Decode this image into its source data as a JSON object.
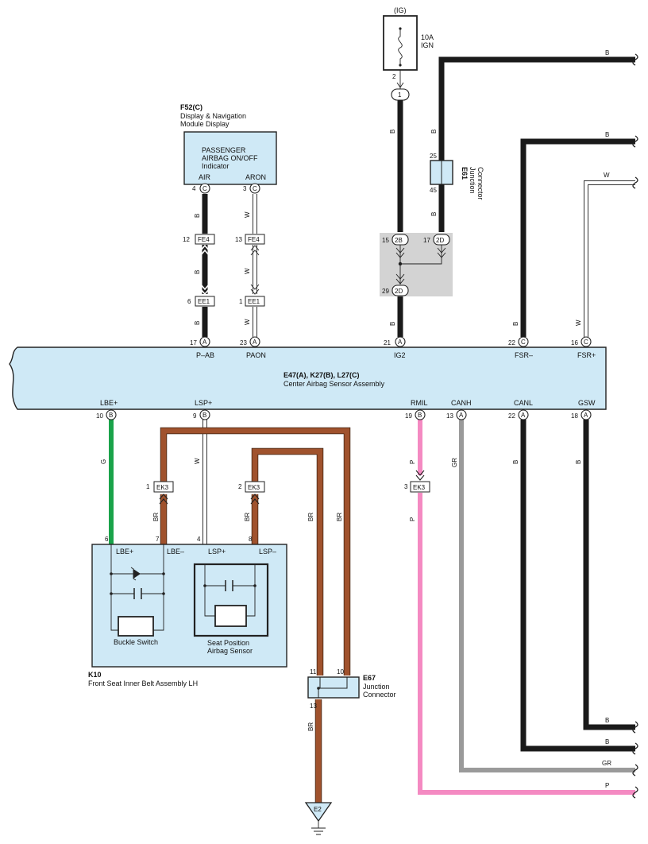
{
  "power": {
    "ig_label": "(IG)",
    "fuse_amp": "10A",
    "fuse_name": "IGN",
    "pin_2": "2",
    "conn_1": "1"
  },
  "display_module": {
    "code": "F52(C)",
    "name_line1": "Display & Navigation",
    "name_line2": "Module Display",
    "indicator_line1": "PASSENGER",
    "indicator_line2": "AIRBAG ON/OFF",
    "indicator_line3": "Indicator",
    "air_label": "AIR",
    "aron_label": "ARON",
    "air_pin": "4",
    "air_conn": "C",
    "aron_pin": "3",
    "aron_conn": "C"
  },
  "junction_e61": {
    "code": "E61",
    "line1": "Junction",
    "line2": "Connector",
    "pin_top": "25",
    "pin_bottom": "45"
  },
  "sensor": {
    "code": "E47(A), K27(B), L27(C)",
    "name": "Center Airbag Sensor Assembly",
    "top_pins": [
      {
        "num": "17",
        "conn": "A",
        "label": "P–AB"
      },
      {
        "num": "23",
        "conn": "A",
        "label": "PAON"
      },
      {
        "num": "21",
        "conn": "A",
        "label": "IG2"
      },
      {
        "num": "22",
        "conn": "C",
        "label": "FSR–"
      },
      {
        "num": "16",
        "conn": "C",
        "label": "FSR+"
      }
    ],
    "bottom_pins": [
      {
        "num": "10",
        "conn": "B",
        "label": "LBE+"
      },
      {
        "num": "9",
        "conn": "B",
        "label": "LSP+"
      },
      {
        "num": "19",
        "conn": "B",
        "label": "RMIL"
      },
      {
        "num": "13",
        "conn": "A",
        "label": "CANH"
      },
      {
        "num": "22",
        "conn": "A",
        "label": "CANL"
      },
      {
        "num": "18",
        "conn": "A",
        "label": "GSW"
      }
    ]
  },
  "inline_connectors": {
    "fe4": "FE4",
    "ee1": "EE1",
    "ek3": "EK3",
    "fe4_pin_air": "12",
    "fe4_pin_aron": "13",
    "ee1_pin_air": "6",
    "ee1_pin_aron": "1",
    "ek3_pin_br_left": "1",
    "ek3_pin_br_right": "2",
    "ek3_pin_p": "3",
    "j2b": "2B",
    "j2d": "2D",
    "j2d_top": "2D",
    "j2b_pin": "15",
    "j2d_pin_top": "17",
    "j2d_pin_bottom": "29"
  },
  "wire_colors": {
    "B": "B",
    "W": "W",
    "G": "G",
    "BR": "BR",
    "P": "P",
    "GR": "GR"
  },
  "belt_assembly": {
    "code": "K10",
    "name": "Front Seat Inner Belt Assembly LH",
    "pin_6": "6",
    "pin_7": "7",
    "pin_4": "4",
    "pin_8": "8",
    "lbe_plus": "LBE+",
    "lbe_minus": "LBE–",
    "lsp_plus": "LSP+",
    "lsp_minus": "LSP–",
    "buckle_switch": "Buckle Switch",
    "seat_sensor_line1": "Seat Position",
    "seat_sensor_line2": "Airbag Sensor"
  },
  "junction_e67": {
    "code": "E67",
    "line1": "Junction",
    "line2": "Connector",
    "pin_11": "11",
    "pin_10": "10",
    "pin_13": "13"
  },
  "ground": {
    "label": "E2"
  },
  "colors": {
    "black_wire": "#1a1a1a",
    "brown_wire": "#a0522d",
    "green_wire": "#1aa34a",
    "pink_wire": "#f48ac2",
    "gray_wire": "#9a9a9a",
    "module_fill": "#cfe9f6",
    "junction_fill": "#d3d3d3"
  }
}
